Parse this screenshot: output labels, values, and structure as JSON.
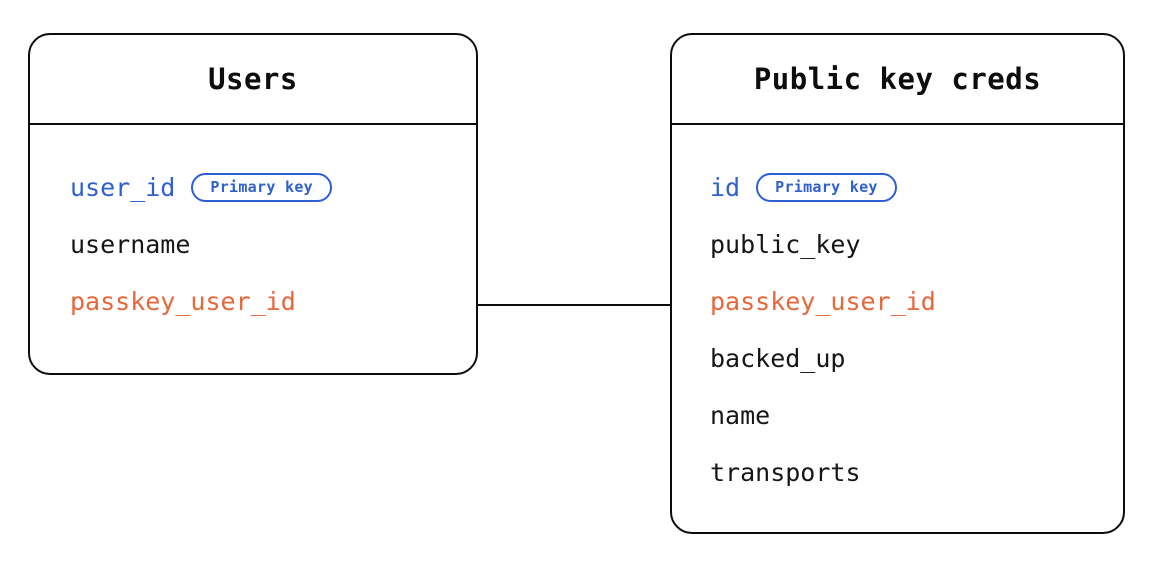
{
  "diagram": {
    "type": "entity-relationship-diagram",
    "background_color": "#ffffff",
    "colors": {
      "border": "#0d0d0d",
      "primary_key": "#2f5fd0",
      "foreign_key": "#e8663a",
      "plain_field": "#161616",
      "connector": "#0d0d0d"
    },
    "entities": [
      {
        "id": "users",
        "title": "Users",
        "fields": [
          {
            "name": "user_id",
            "key": "pk",
            "badge": "Primary key"
          },
          {
            "name": "username",
            "key": "none",
            "badge": null
          },
          {
            "name": "passkey_user_id",
            "key": "fk",
            "badge": null
          }
        ]
      },
      {
        "id": "public_key_creds",
        "title": "Public key creds",
        "fields": [
          {
            "name": "id",
            "key": "pk",
            "badge": "Primary key"
          },
          {
            "name": "public_key",
            "key": "none",
            "badge": null
          },
          {
            "name": "passkey_user_id",
            "key": "fk",
            "badge": null
          },
          {
            "name": "backed_up",
            "key": "none",
            "badge": null
          },
          {
            "name": "name",
            "key": "none",
            "badge": null
          },
          {
            "name": "transports",
            "key": "none",
            "badge": null
          }
        ]
      }
    ],
    "relationships": [
      {
        "id": "users-to-public-key-creds",
        "from_entity": "users",
        "from_field": "passkey_user_id",
        "to_entity": "public_key_creds",
        "to_field": "passkey_user_id",
        "style": "solid-line"
      }
    ]
  }
}
